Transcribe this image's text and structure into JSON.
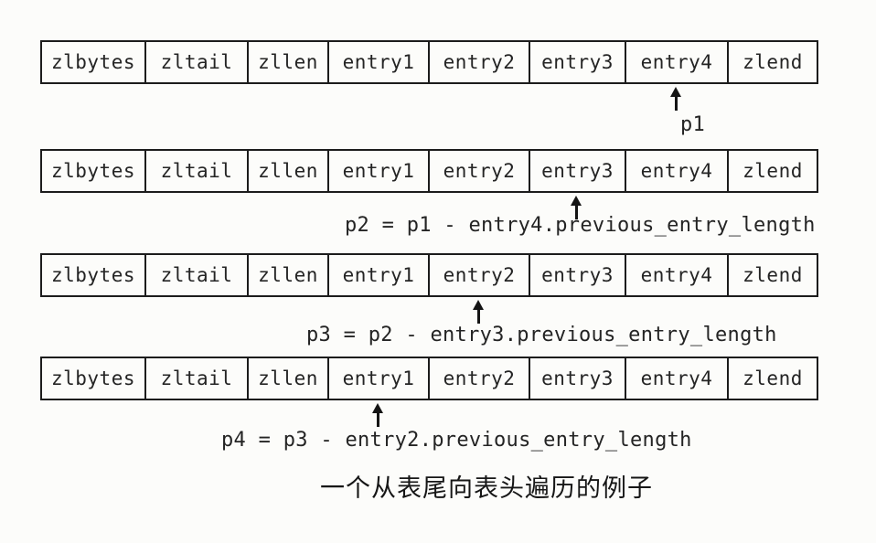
{
  "diagram": {
    "caption": "一个从表尾向表头遍历的例子",
    "rows": [
      {
        "cells": [
          "zlbytes",
          "zltail",
          "zllen",
          "entry1",
          "entry2",
          "entry3",
          "entry4",
          "zlend"
        ],
        "pointer": {
          "label": "p1",
          "points_to": "entry4"
        }
      },
      {
        "cells": [
          "zlbytes",
          "zltail",
          "zllen",
          "entry1",
          "entry2",
          "entry3",
          "entry4",
          "zlend"
        ],
        "pointer": {
          "label": "p2 = p1 - entry4.previous_entry_length",
          "points_to": "entry3"
        }
      },
      {
        "cells": [
          "zlbytes",
          "zltail",
          "zllen",
          "entry1",
          "entry2",
          "entry3",
          "entry4",
          "zlend"
        ],
        "pointer": {
          "label": "p3 = p2 - entry3.previous_entry_length",
          "points_to": "entry2"
        }
      },
      {
        "cells": [
          "zlbytes",
          "zltail",
          "zllen",
          "entry1",
          "entry2",
          "entry3",
          "entry4",
          "zlend"
        ],
        "pointer": {
          "label": "p4 = p3 - entry2.previous_entry_length",
          "points_to": "entry1"
        }
      }
    ]
  }
}
